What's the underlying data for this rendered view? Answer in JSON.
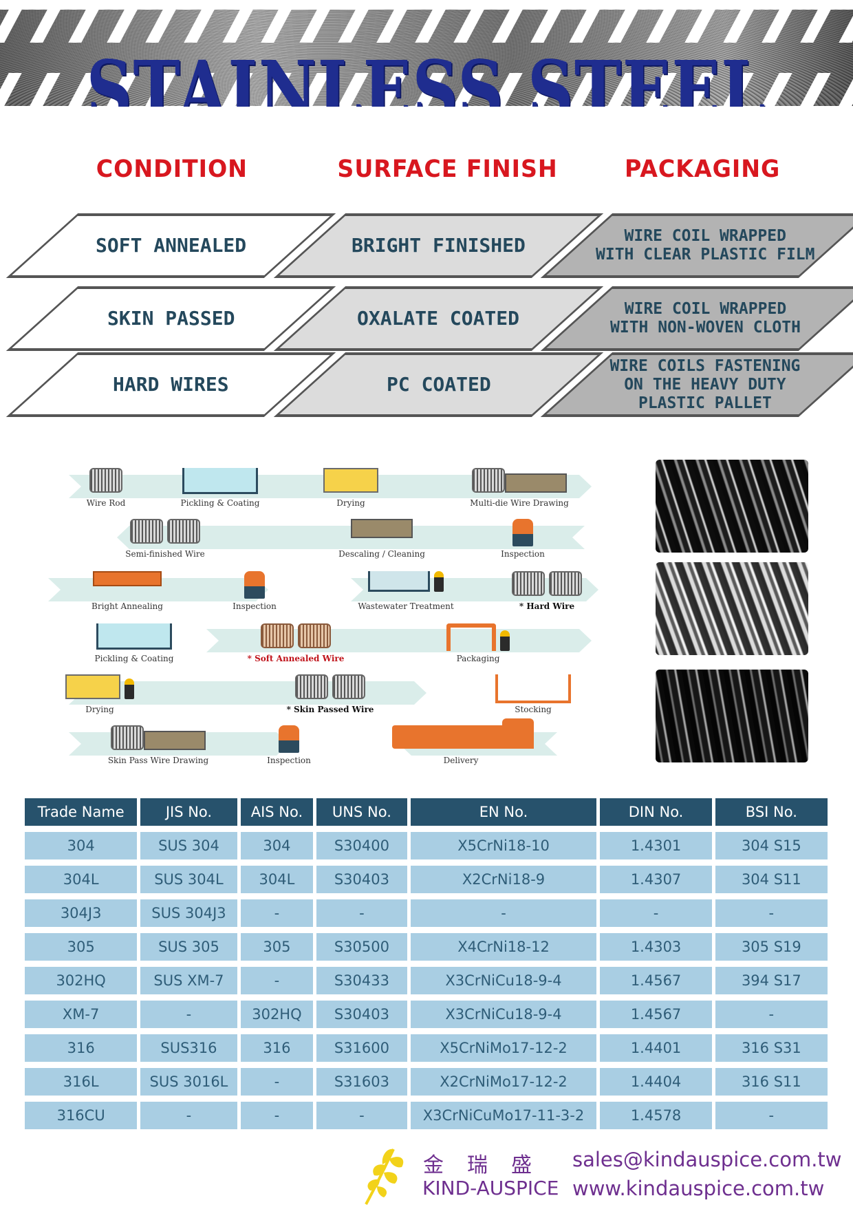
{
  "banner": {
    "title": "STAINLESS STEEL WIRES"
  },
  "columns": {
    "condition": {
      "heading": "CONDITION",
      "items": [
        "SOFT ANNEALED",
        "SKIN PASSED",
        "HARD WIRES"
      ]
    },
    "surface": {
      "heading": "SURFACE FINISH",
      "items": [
        "BRIGHT FINISHED",
        "OXALATE COATED",
        "PC COATED"
      ]
    },
    "packaging": {
      "heading": "PACKAGING",
      "items": [
        [
          "WIRE COIL WRAPPED",
          "WITH CLEAR PLASTIC FILM"
        ],
        [
          "WIRE COIL WRAPPED",
          "WITH NON-WOVEN CLOTH"
        ],
        [
          "WIRE COILS FASTENING",
          "ON THE HEAVY DUTY",
          "PLASTIC PALLET"
        ]
      ]
    }
  },
  "process": {
    "wire_rod": "Wire Rod",
    "pickling_coating_1": "Pickling & Coating",
    "drying_1": "Drying",
    "multi_die": "Multi-die Wire Drawing",
    "semi_finished": "Semi-finished Wire",
    "descaling": "Descaling / Cleaning",
    "inspection_1": "Inspection",
    "bright_annealing": "Bright Annealing",
    "inspection_2": "Inspection",
    "wastewater": "Wastewater Treatment",
    "hard_wire": "* Hard Wire",
    "pickling_coating_2": "Pickling & Coating",
    "soft_annealed": "* Soft Annealed Wire",
    "packaging": "Packaging",
    "drying_2": "Drying",
    "skin_passed": "* Skin Passed Wire",
    "stocking": "Stocking",
    "skin_pass_drawing": "Skin Pass Wire Drawing",
    "inspection_3": "Inspection",
    "delivery": "Delivery"
  },
  "table": {
    "headers": [
      "Trade Name",
      "JIS No.",
      "AIS No.",
      "UNS No.",
      "EN No.",
      "DIN No.",
      "BSI No."
    ],
    "rows": [
      [
        "304",
        "SUS 304",
        "304",
        "S30400",
        "X5CrNi18-10",
        "1.4301",
        "304 S15"
      ],
      [
        "304L",
        "SUS 304L",
        "304L",
        "S30403",
        "X2CrNi18-9",
        "1.4307",
        "304 S11"
      ],
      [
        "304J3",
        "SUS 304J3",
        "-",
        "-",
        "-",
        "-",
        "-"
      ],
      [
        "305",
        "SUS 305",
        "305",
        "S30500",
        "X4CrNi18-12",
        "1.4303",
        "305 S19"
      ],
      [
        "302HQ",
        "SUS XM-7",
        "-",
        "S30433",
        "X3CrNiCu18-9-4",
        "1.4567",
        "394 S17"
      ],
      [
        "XM-7",
        "-",
        "302HQ",
        "S30403",
        "X3CrNiCu18-9-4",
        "1.4567",
        "-"
      ],
      [
        "316",
        "SUS316",
        "316",
        "S31600",
        "X5CrNiMo17-12-2",
        "1.4401",
        "316 S31"
      ],
      [
        "316L",
        "SUS 3016L",
        "-",
        "S31603",
        "X2CrNiMo17-12-2",
        "1.4404",
        "316 S11"
      ],
      [
        "316CU",
        "-",
        "-",
        "-",
        "X3CrNiCuMo17-11-3-2",
        "1.4578",
        "-"
      ]
    ]
  },
  "footer": {
    "chinese_name": "金瑞盛",
    "english_name": "KIND-AUSPICE",
    "email": "sales@kindauspice.com.tw",
    "website": "www.kindauspice.com.tw"
  },
  "colors": {
    "title": "#1f2d8f",
    "heading_red": "#d8171f",
    "table_header": "#27526c",
    "table_cell": "#a9cee3",
    "footer_text": "#6e2f8f",
    "logo_yellow": "#f2d21a"
  }
}
